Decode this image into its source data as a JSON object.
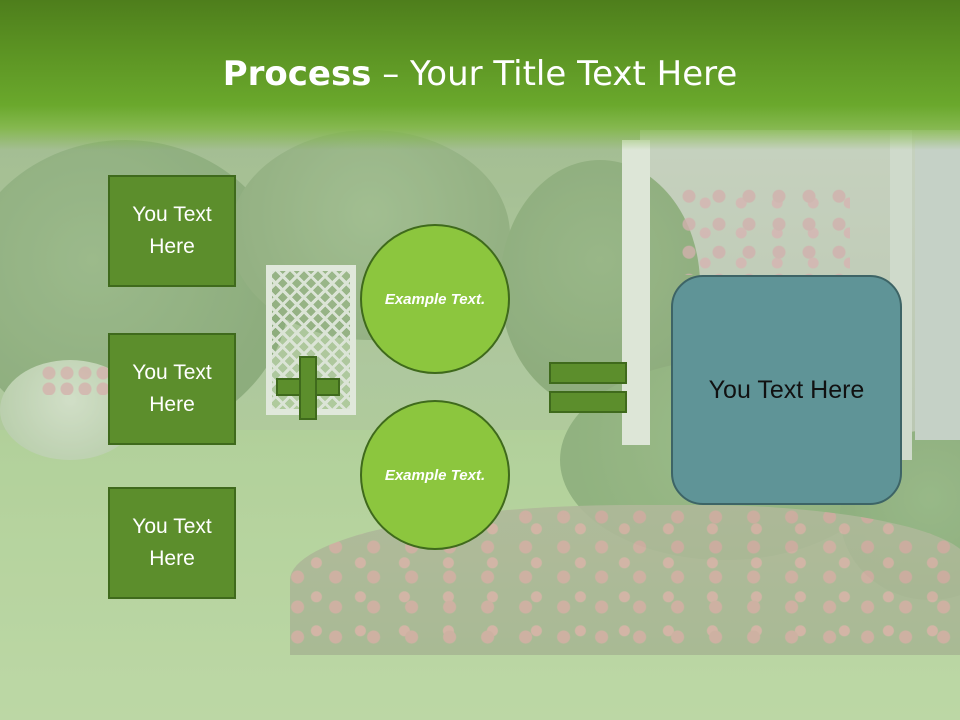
{
  "slide": {
    "title_bold": "Process",
    "title_rest": " – Your Title Text Here"
  },
  "left_boxes": [
    {
      "text": "You Text Here"
    },
    {
      "text": "You Text Here"
    },
    {
      "text": "You Text Here"
    }
  ],
  "operator_icons": {
    "plus": "plus-icon",
    "equals": "equals-icon"
  },
  "circles": [
    {
      "text": "Example Text."
    },
    {
      "text": "Example Text."
    }
  ],
  "result": {
    "text": "You Text Here"
  },
  "colors": {
    "title_bar": "#5a9122",
    "box_fill": "#5c8e2c",
    "box_border": "#3f6a1c",
    "circle_fill": "#8cc63e",
    "result_fill": "#5f9497",
    "title_text": "#ffffff"
  }
}
